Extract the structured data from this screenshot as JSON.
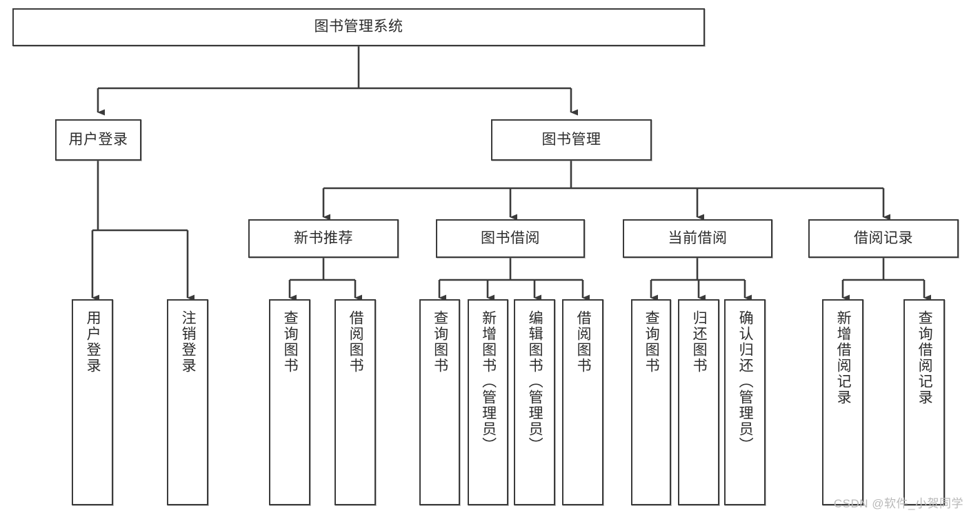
{
  "diagram": {
    "title": "图书管理系统",
    "type": "tree-hierarchy-chart",
    "stroke_color": "#3b3b3b",
    "text_color": "#2b2b2b",
    "background": "#ffffff",
    "watermark": "CSDN @软件_小贺同学"
  },
  "root": {
    "label": "图书管理系统"
  },
  "level2": [
    {
      "label": "用户登录"
    },
    {
      "label": "图书管理"
    }
  ],
  "level3": [
    {
      "label": "新书推荐"
    },
    {
      "label": "图书借阅"
    },
    {
      "label": "当前借阅"
    },
    {
      "label": "借阅记录"
    }
  ],
  "leaves": {
    "user_login": [
      {
        "label": "用户登录"
      },
      {
        "label": "注销登录"
      }
    ],
    "new_book": [
      {
        "label": "查询图书"
      },
      {
        "label": "借阅图书"
      }
    ],
    "book_borrow": [
      {
        "label": "查询图书"
      },
      {
        "label": "新增图书（管理员）"
      },
      {
        "label": "编辑图书（管理员）"
      },
      {
        "label": "借阅图书"
      }
    ],
    "current_borrow": [
      {
        "label": "查询图书"
      },
      {
        "label": "归还图书"
      },
      {
        "label": "确认归还（管理员）"
      }
    ],
    "borrow_record": [
      {
        "label": "新增借阅记录"
      },
      {
        "label": "查询借阅记录"
      }
    ]
  }
}
